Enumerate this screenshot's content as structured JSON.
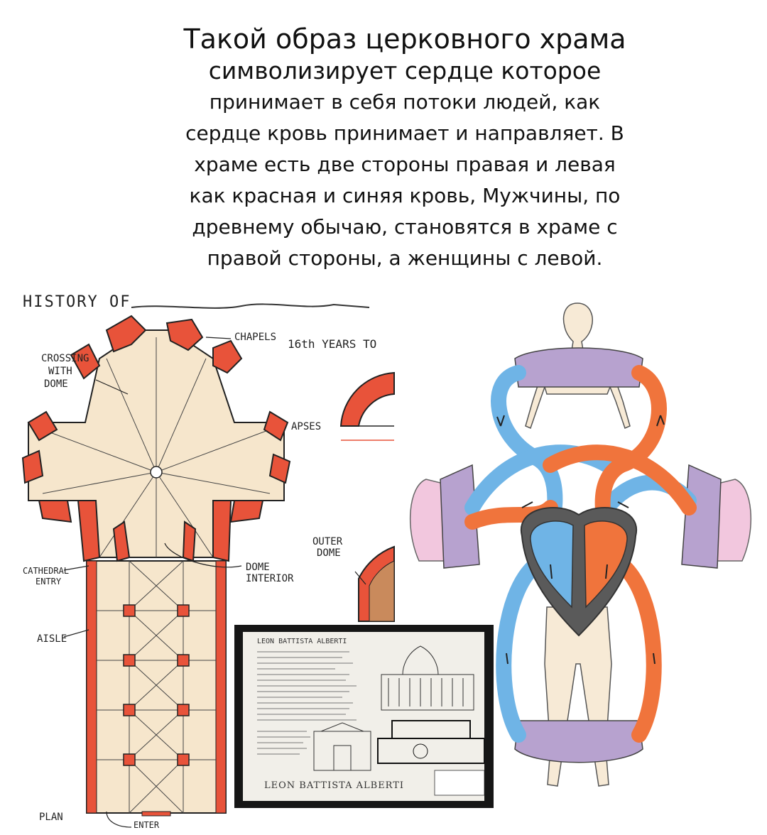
{
  "caption": {
    "lines": [
      "Такой образ церковного храма",
      "символизирует сердце которое",
      "принимает в себя потоки людей, как",
      "сердце кровь принимает и направляет. В",
      "храме есть две стороны правая и левая",
      "как красная и синяя кровь, Мужчины, по",
      "древнему обычаю, становятся в храме с",
      "правой стороны, а женщины с левой."
    ]
  },
  "plan_sketch": {
    "header_left": "HISTORY OF",
    "header_right": "16th YEARS TO",
    "labels": {
      "chapels": "CHAPELS",
      "crossing": "CROSSING",
      "with": "WITH",
      "dome": "DOME",
      "apses": "APSES",
      "outer_dome_1": "OUTER",
      "outer_dome_2": "DOME",
      "cathedral_entry_1": "CATHEDRAL",
      "cathedral_entry_2": "ENTRY",
      "dome_interior_1": "DOME",
      "dome_interior_2": "INTERIOR",
      "aisle": "AISLE",
      "plan": "PLAN",
      "enter": "ENTER"
    },
    "colors": {
      "wall": "#e8533a",
      "floor": "#f6e6cc",
      "line": "#222222"
    }
  },
  "poster_photo": {
    "heading": "LEON BATTISTA ALBERTI",
    "footer": "LEON BATTISTA ALBERTI"
  },
  "circulation_diagram": {
    "colors": {
      "arterial": "#f0743c",
      "venous": "#6fb4e6",
      "capillary": "#b7a2cf",
      "lungs": "#f2c7de",
      "heart_wall": "#5a5a5a",
      "body": "#f7ead6"
    }
  }
}
